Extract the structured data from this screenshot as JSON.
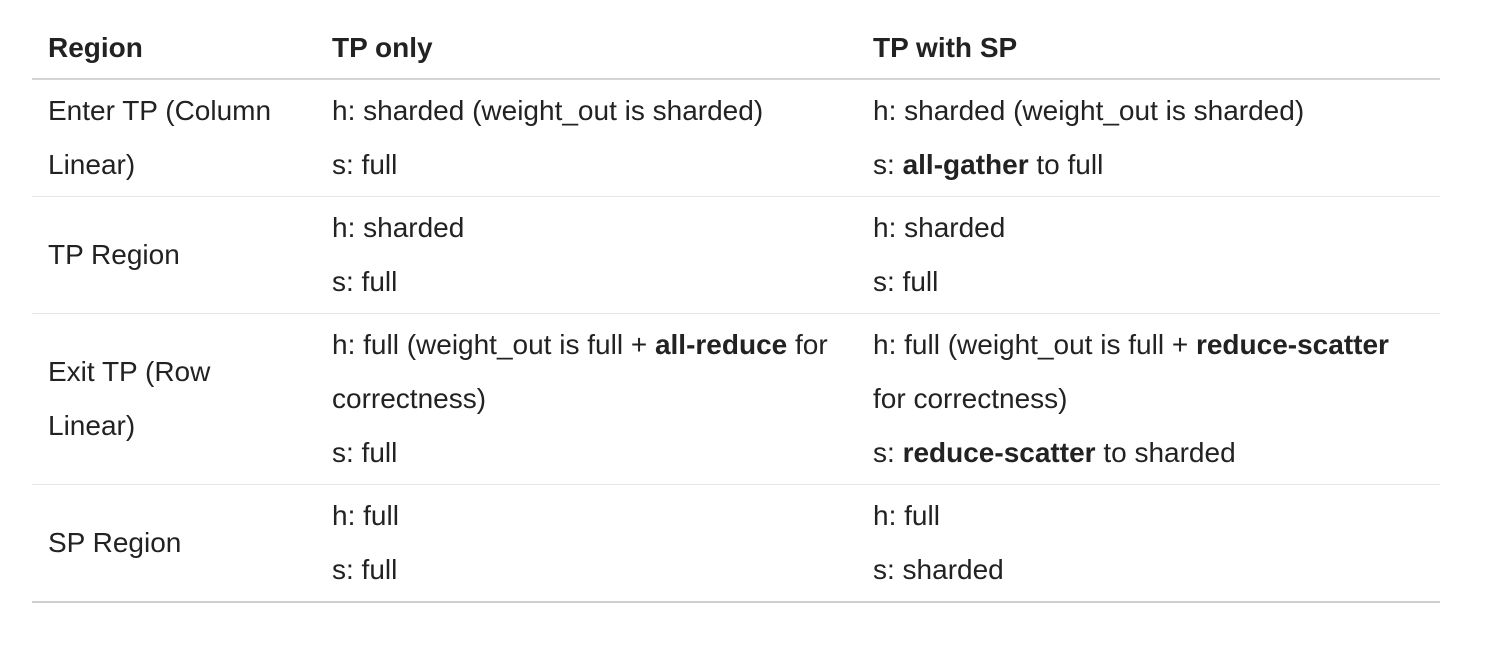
{
  "table": {
    "headers": [
      "Region",
      "TP only",
      "TP with SP"
    ],
    "rows": [
      {
        "region": "Enter TP (Column Linear)",
        "tp_only": [
          [
            {
              "t": "h: sharded (weight_out is sharded)"
            }
          ],
          [
            {
              "t": "s: full"
            }
          ]
        ],
        "tp_with_sp": [
          [
            {
              "t": "h: sharded (weight_out is sharded)"
            }
          ],
          [
            {
              "t": "s: "
            },
            {
              "t": "all-gather",
              "b": true
            },
            {
              "t": " to full"
            }
          ]
        ]
      },
      {
        "region": "TP Region",
        "tp_only": [
          [
            {
              "t": "h: sharded"
            }
          ],
          [
            {
              "t": "s: full"
            }
          ]
        ],
        "tp_with_sp": [
          [
            {
              "t": "h: sharded"
            }
          ],
          [
            {
              "t": "s: full"
            }
          ]
        ]
      },
      {
        "region": "Exit TP (Row Linear)",
        "tp_only": [
          [
            {
              "t": "h: full (weight_out is full + "
            },
            {
              "t": "all-reduce",
              "b": true
            },
            {
              "t": " for correctness)"
            }
          ],
          [
            {
              "t": "s: full"
            }
          ]
        ],
        "tp_with_sp": [
          [
            {
              "t": "h: full (weight_out is full + "
            },
            {
              "t": "reduce-scatter",
              "b": true
            },
            {
              "t": " for correctness)"
            }
          ],
          [
            {
              "t": "s: "
            },
            {
              "t": "reduce-scatter",
              "b": true
            },
            {
              "t": " to sharded"
            }
          ]
        ]
      },
      {
        "region": "SP Region",
        "tp_only": [
          [
            {
              "t": "h: full"
            }
          ],
          [
            {
              "t": "s: full"
            }
          ]
        ],
        "tp_with_sp": [
          [
            {
              "t": "h: full"
            }
          ],
          [
            {
              "t": "s: sharded"
            }
          ]
        ]
      }
    ]
  }
}
